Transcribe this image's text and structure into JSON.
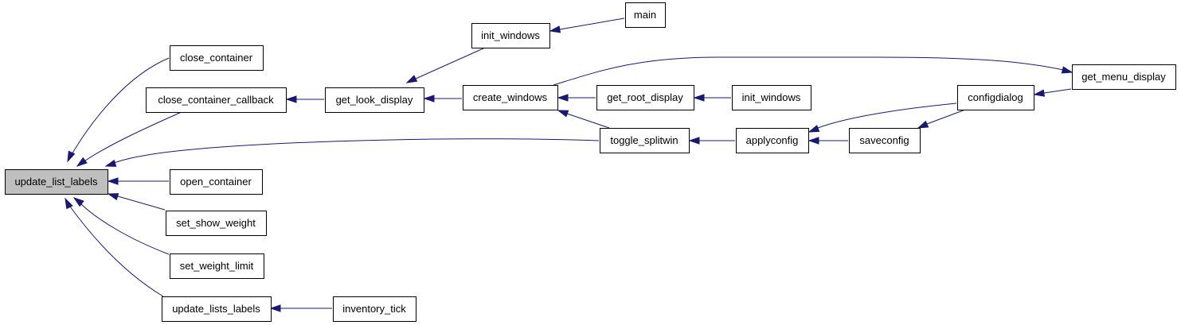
{
  "graph": {
    "colors": {
      "edge": "#191970",
      "node_border": "#000000",
      "root_fill": "#bfbfbf",
      "node_fill": "#ffffff"
    },
    "nodes": [
      {
        "id": "update_list_labels",
        "label": "update_list_labels",
        "root": true
      },
      {
        "id": "close_container",
        "label": "close_container"
      },
      {
        "id": "close_container_callback",
        "label": "close_container_callback"
      },
      {
        "id": "open_container",
        "label": "open_container"
      },
      {
        "id": "set_show_weight",
        "label": "set_show_weight"
      },
      {
        "id": "set_weight_limit",
        "label": "set_weight_limit"
      },
      {
        "id": "update_lists_labels",
        "label": "update_lists_labels"
      },
      {
        "id": "inventory_tick",
        "label": "inventory_tick"
      },
      {
        "id": "get_look_display",
        "label": "get_look_display"
      },
      {
        "id": "init_windows_1",
        "label": "init_windows"
      },
      {
        "id": "main",
        "label": "main"
      },
      {
        "id": "create_windows",
        "label": "create_windows"
      },
      {
        "id": "get_root_display",
        "label": "get_root_display"
      },
      {
        "id": "init_windows_2",
        "label": "init_windows"
      },
      {
        "id": "toggle_splitwin",
        "label": "toggle_splitwin"
      },
      {
        "id": "applyconfig",
        "label": "applyconfig"
      },
      {
        "id": "saveconfig",
        "label": "saveconfig"
      },
      {
        "id": "configdialog",
        "label": "configdialog"
      },
      {
        "id": "get_menu_display",
        "label": "get_menu_display"
      }
    ],
    "edges": [
      {
        "from": "close_container",
        "to": "update_list_labels"
      },
      {
        "from": "close_container_callback",
        "to": "update_list_labels"
      },
      {
        "from": "toggle_splitwin",
        "to": "update_list_labels"
      },
      {
        "from": "open_container",
        "to": "update_list_labels"
      },
      {
        "from": "set_show_weight",
        "to": "update_list_labels"
      },
      {
        "from": "set_weight_limit",
        "to": "update_list_labels"
      },
      {
        "from": "update_lists_labels",
        "to": "update_list_labels"
      },
      {
        "from": "inventory_tick",
        "to": "update_lists_labels"
      },
      {
        "from": "get_look_display",
        "to": "close_container_callback"
      },
      {
        "from": "init_windows_1",
        "to": "get_look_display"
      },
      {
        "from": "create_windows",
        "to": "get_look_display"
      },
      {
        "from": "main",
        "to": "init_windows_1"
      },
      {
        "from": "get_root_display",
        "to": "create_windows"
      },
      {
        "from": "toggle_splitwin",
        "to": "create_windows"
      },
      {
        "from": "get_menu_display",
        "to": "create_windows"
      },
      {
        "from": "init_windows_2",
        "to": "get_root_display"
      },
      {
        "from": "applyconfig",
        "to": "toggle_splitwin"
      },
      {
        "from": "configdialog",
        "to": "applyconfig"
      },
      {
        "from": "saveconfig",
        "to": "applyconfig"
      },
      {
        "from": "configdialog",
        "to": "saveconfig"
      },
      {
        "from": "get_menu_display",
        "to": "configdialog"
      }
    ]
  }
}
